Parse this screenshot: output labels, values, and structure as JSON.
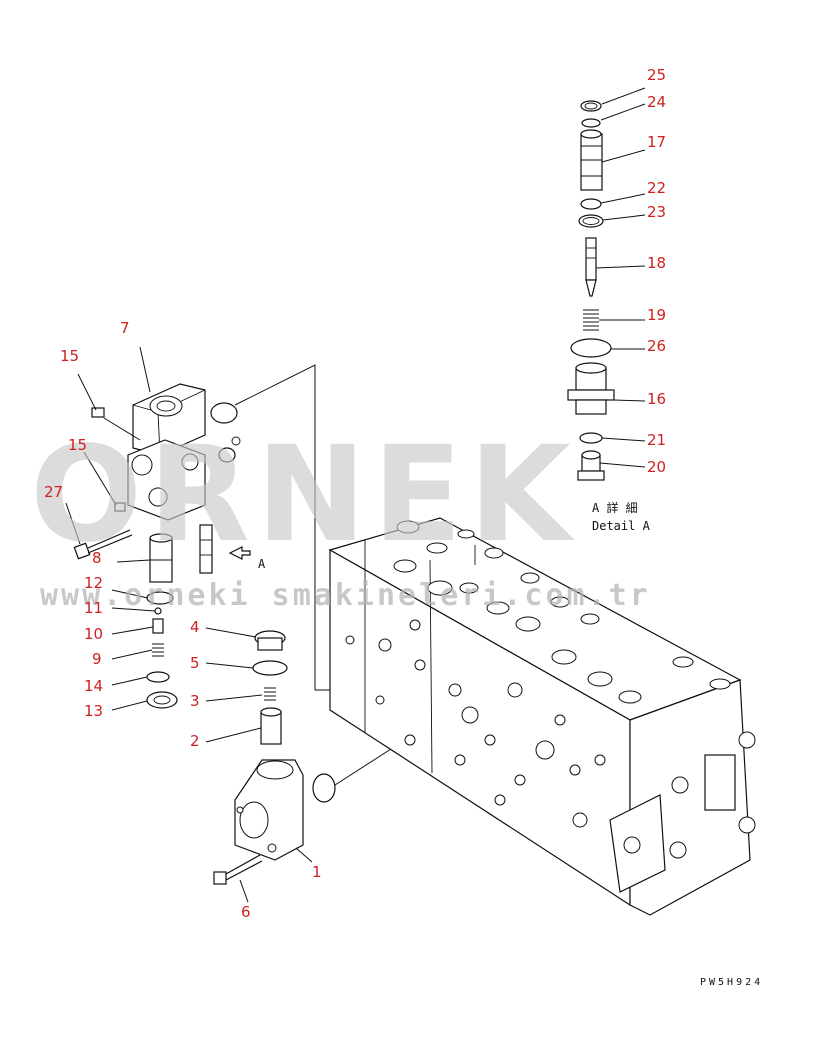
{
  "watermark": {
    "brand": "ORNEK",
    "url": "www.orneki smakineleri.com.tr"
  },
  "detail": {
    "line1": "A 詳 細",
    "line2": "Detail A",
    "arrow_label": "A"
  },
  "drawing_code": "PW5H924",
  "callouts": [
    "25",
    "24",
    "17",
    "22",
    "23",
    "18",
    "19",
    "26",
    "16",
    "21",
    "20",
    "7",
    "15",
    "15",
    "27",
    "8",
    "12",
    "11",
    "10",
    "9",
    "14",
    "13",
    "4",
    "5",
    "3",
    "2",
    "6",
    "1"
  ]
}
